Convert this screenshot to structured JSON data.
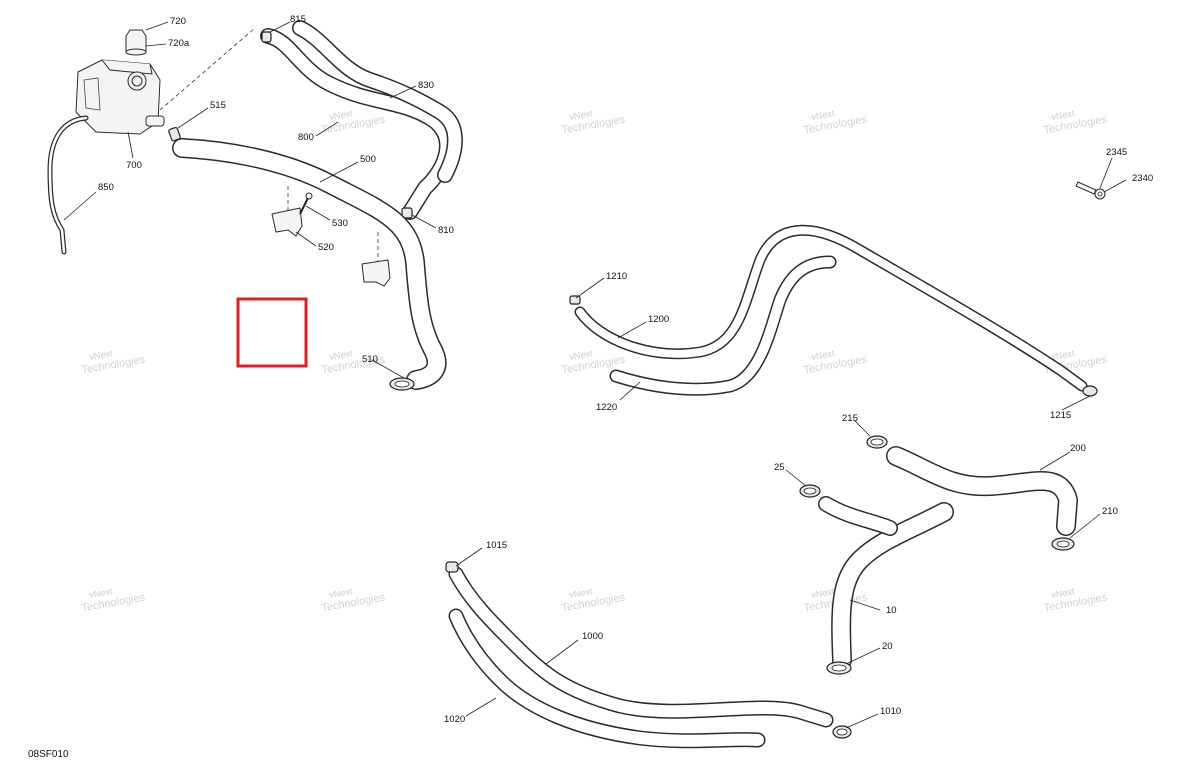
{
  "diagram": {
    "code": "08SF010",
    "watermark": {
      "line1": "vNext",
      "line2": "Technologies"
    },
    "selection_color": "#e02020",
    "labels": {
      "p720": "720",
      "p720a": "720a",
      "p700": "700",
      "p850": "850",
      "p515": "515",
      "p815": "815",
      "p830": "830",
      "p800": "800",
      "p500": "500",
      "p530": "530",
      "p520": "520",
      "p810": "810",
      "p510": "510",
      "p2345": "2345",
      "p2340": "2340",
      "p1210": "1210",
      "p1200": "1200",
      "p1220": "1220",
      "p1215": "1215",
      "p215": "215",
      "p200": "200",
      "p25": "25",
      "p210": "210",
      "p10": "10",
      "p20": "20",
      "p1015": "1015",
      "p1000": "1000",
      "p1020": "1020",
      "p1010": "1010"
    }
  }
}
